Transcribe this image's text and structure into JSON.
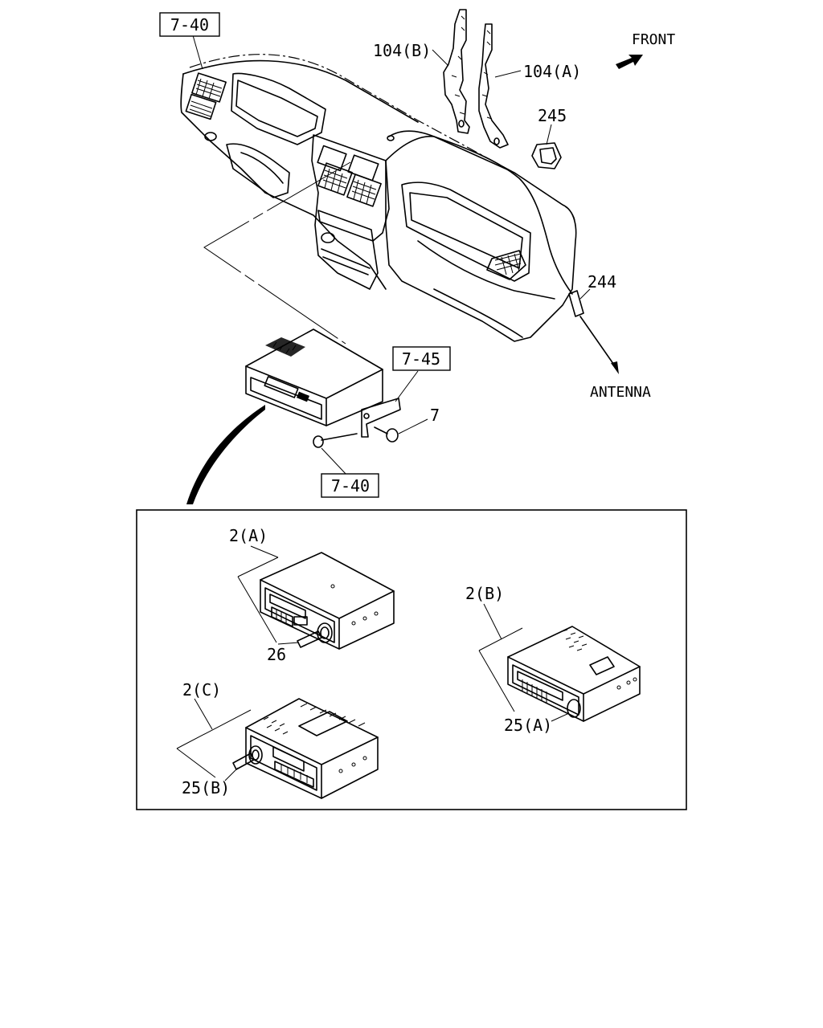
{
  "labels": {
    "ref_7_40_top": "7-40",
    "front": "FRONT",
    "wire_104b": "104(B)",
    "wire_104a": "104(A)",
    "clip_245": "245",
    "cable_244": "244",
    "antenna": "ANTENNA",
    "ref_7_45": "7-45",
    "screw_7": "7",
    "ref_7_40_bottom": "7-40",
    "radio_2a": "2(A)",
    "knob_26": "26",
    "radio_2b": "2(B)",
    "knob_25a": "25(A)",
    "radio_2c": "2(C)",
    "knob_25b": "25(B)"
  }
}
